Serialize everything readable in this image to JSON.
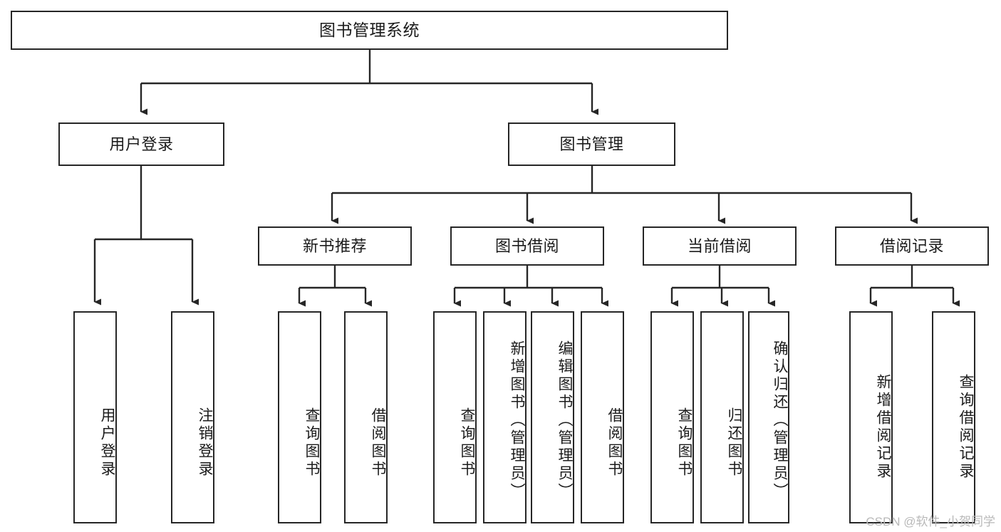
{
  "diagram": {
    "title": "图书管理系统",
    "type": "tree-hierarchy-chart",
    "colors": {
      "stroke": "#262626",
      "background": "#ffffff",
      "text": "#1b1b1b",
      "watermark": "#b9b9b9"
    },
    "root": {
      "label": "图书管理系统"
    },
    "level2": [
      {
        "id": "user-login",
        "label": "用户登录"
      },
      {
        "id": "book-management",
        "label": "图书管理"
      }
    ],
    "level3": [
      {
        "id": "new-book-recommend",
        "label": "新书推荐"
      },
      {
        "id": "book-borrow",
        "label": "图书借阅"
      },
      {
        "id": "current-borrow",
        "label": "当前借阅"
      },
      {
        "id": "borrow-record",
        "label": "借阅记录"
      }
    ],
    "leaves": {
      "user_login": [
        {
          "id": "leaf-user-login",
          "label": "用户登录"
        },
        {
          "id": "leaf-logout",
          "label": "注销登录"
        }
      ],
      "new_book_recommend": [
        {
          "id": "leaf-query-book-1",
          "label": "查询图书"
        },
        {
          "id": "leaf-borrow-book-1",
          "label": "借阅图书"
        }
      ],
      "book_borrow": [
        {
          "id": "leaf-query-book-2",
          "label": "查询图书"
        },
        {
          "id": "leaf-add-book",
          "label": "新增图书（管理员）"
        },
        {
          "id": "leaf-edit-book",
          "label": "编辑图书（管理员）"
        },
        {
          "id": "leaf-borrow-book-2",
          "label": "借阅图书"
        }
      ],
      "current_borrow": [
        {
          "id": "leaf-query-book-3",
          "label": "查询图书"
        },
        {
          "id": "leaf-return-book",
          "label": "归还图书"
        },
        {
          "id": "leaf-confirm-return",
          "label": "确认归还（管理员）"
        }
      ],
      "borrow_record": [
        {
          "id": "leaf-add-record",
          "label": "新增借阅记录"
        },
        {
          "id": "leaf-query-record",
          "label": "查询借阅记录"
        }
      ]
    },
    "watermark": "CSDN @软件_小贺同学"
  }
}
